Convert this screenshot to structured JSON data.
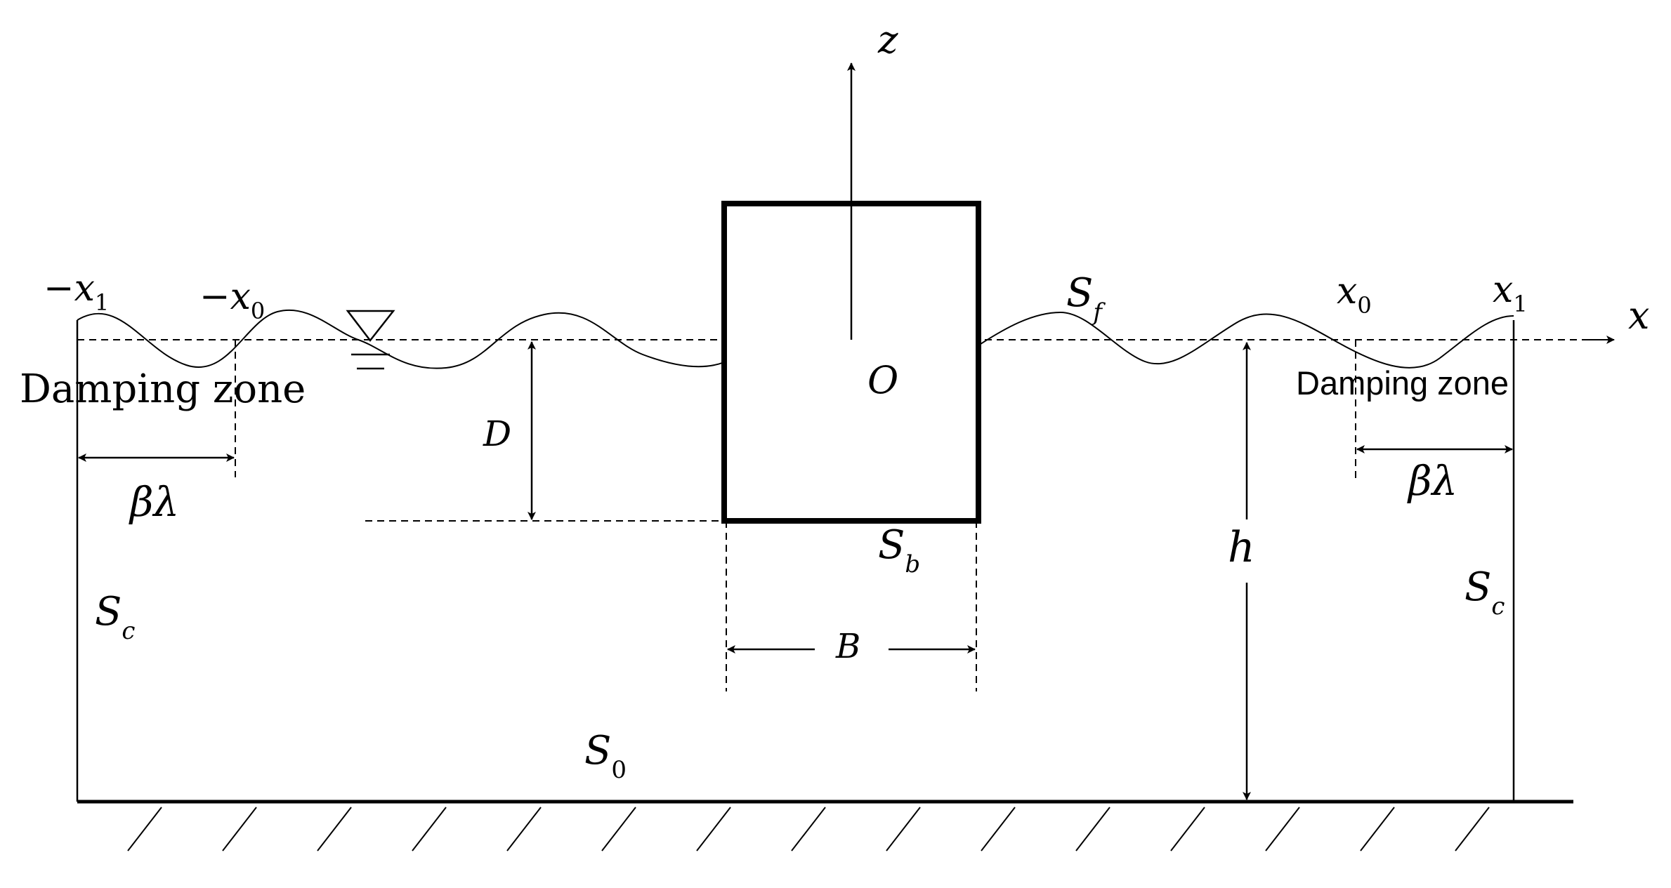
{
  "labels": {
    "axis_z": "z",
    "axis_x": "x",
    "origin": "O",
    "neg_x1_sign": "−",
    "neg_x1_var": "x",
    "neg_x1_sub": "1",
    "neg_x0_sign": "−",
    "neg_x0_var": "x",
    "neg_x0_sub": "0",
    "x0_var": "x",
    "x0_sub": "0",
    "x1_var": "x",
    "x1_sub": "1",
    "sf_var": "S",
    "sf_sub": "f",
    "sb_var": "S",
    "sb_sub": "b",
    "sc_left_var": "S",
    "sc_left_sub": "c",
    "sc_right_var": "S",
    "sc_right_sub": "c",
    "s0_var": "S",
    "s0_sub": "0",
    "damping_left": "Damping zone",
    "damping_right": "Damping zone",
    "beta_lambda_left": "βλ",
    "beta_lambda_right": "βλ",
    "draft": "D",
    "breadth": "B",
    "depth": "h"
  },
  "icons": {
    "water_level": "inverted-triangle-water-level-icon"
  }
}
